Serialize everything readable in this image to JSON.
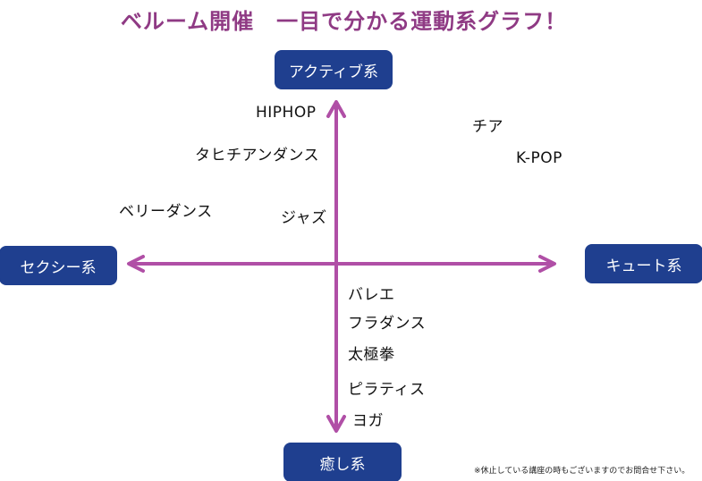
{
  "title": "ベルーム開催　一目で分かる運動系グラフ！",
  "axes": {
    "top": "アクティブ系",
    "left": "セクシー系",
    "right": "キュート系",
    "bottom": "癒し系"
  },
  "items": {
    "hiphop": "HIPHOP",
    "tahitian": "タヒチアンダンス",
    "belly": "ベリーダンス",
    "jazz": "ジャズ",
    "cheer": "チア",
    "kpop": "K-POP",
    "ballet": "バレエ",
    "hula": "フラダンス",
    "taichi": "太極拳",
    "pilates": "ピラティス",
    "yoga": "ヨガ"
  },
  "footnote": "※休止している講座の時もございますのでお問合せ下さい。",
  "colors": {
    "title": "#8f3a84",
    "axis_line": "#b04fa6",
    "label_bg": "#1f3f8f"
  }
}
